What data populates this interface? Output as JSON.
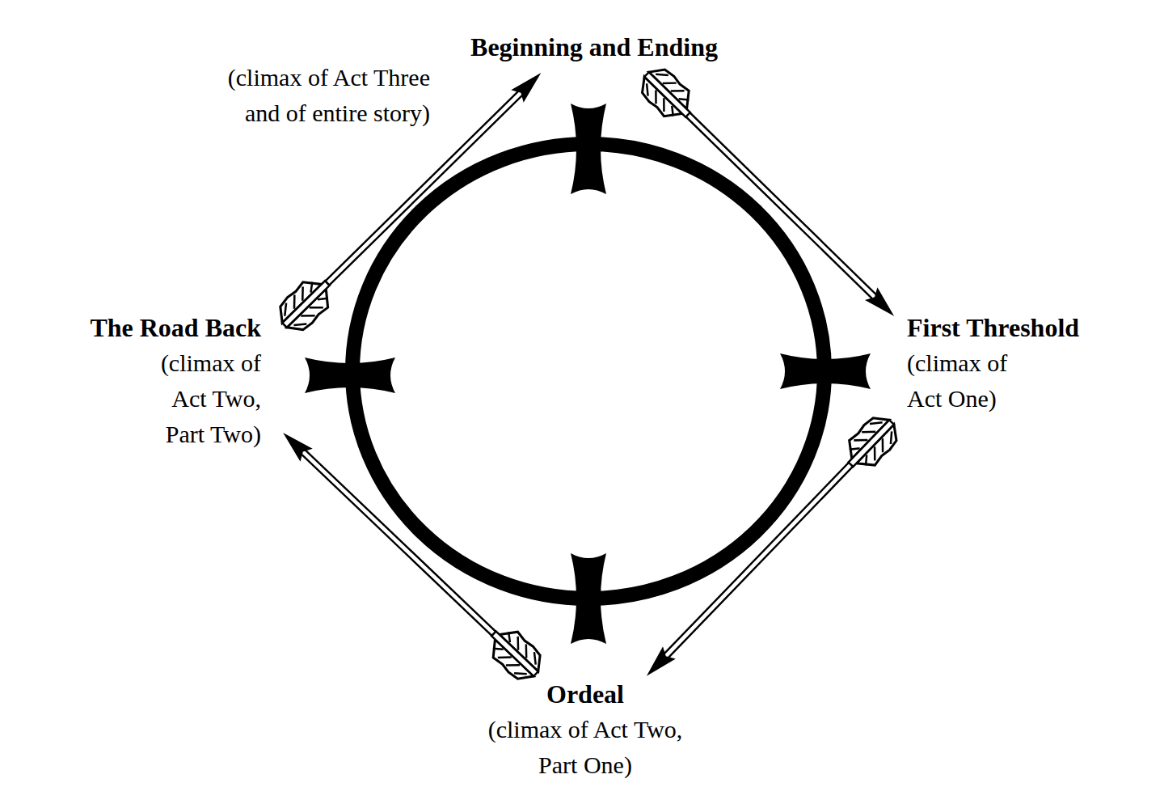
{
  "diagram": {
    "labels": [
      "Beginning and Ending",
      "(climax of Act Three and of entire story)",
      "First Threshold",
      "(climax of Act One)",
      "Ordeal",
      "(climax of Act Two, Part One)",
      "The Road Back",
      "(climax of Act Two, Part Two)"
    ]
  }
}
